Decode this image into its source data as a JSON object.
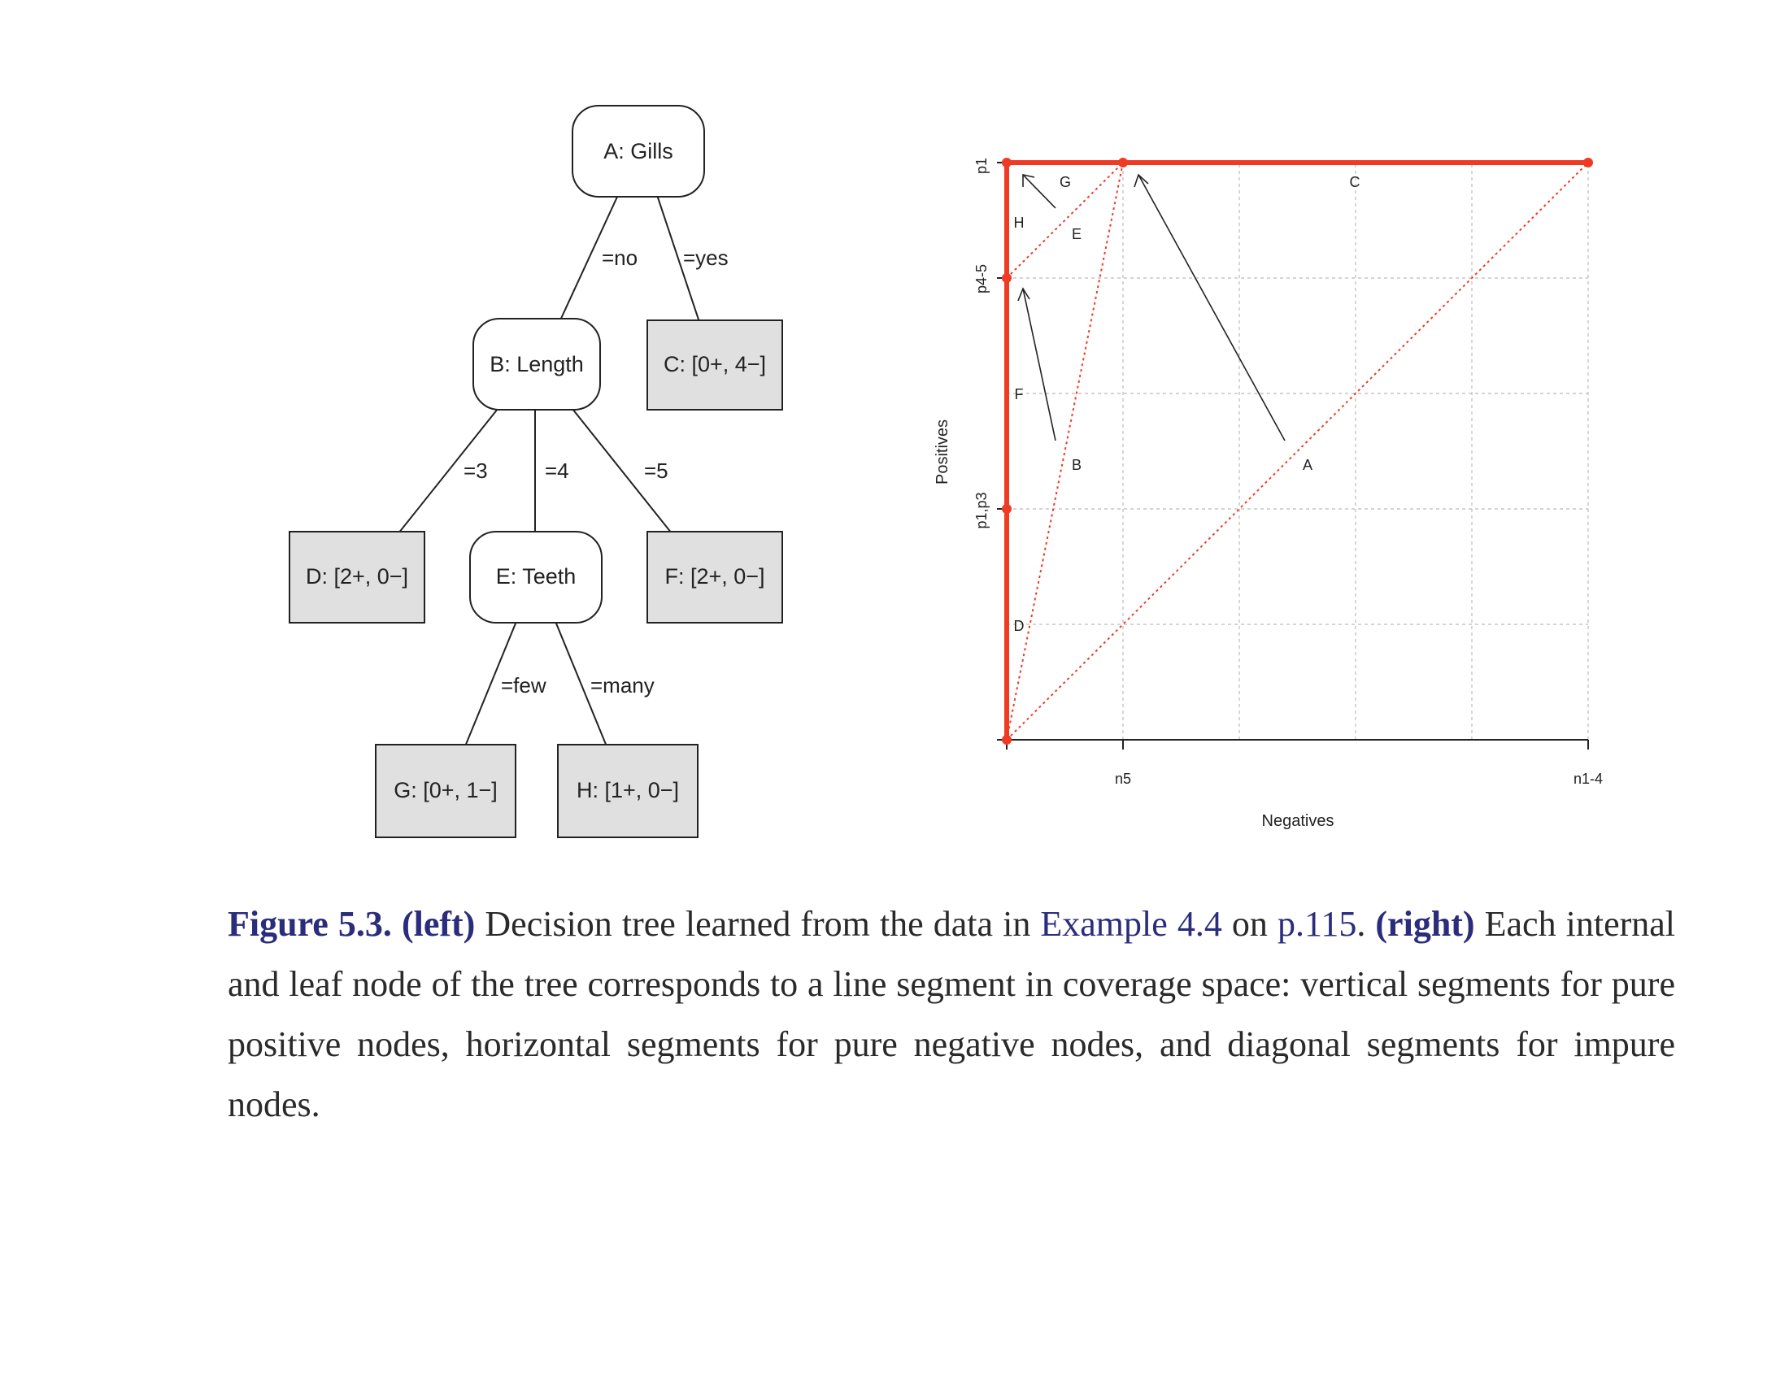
{
  "tree": {
    "nodes": {
      "A": "A: Gills",
      "B": "B: Length",
      "C": "C: [0+, 4−]",
      "D": "D: [2+, 0−]",
      "E": "E: Teeth",
      "F": "F: [2+, 0−]",
      "G": "G: [0+, 1−]",
      "H": "H: [1+, 0−]"
    },
    "edges": {
      "no": "=no",
      "yes": "=yes",
      "l3": "=3",
      "l4": "=4",
      "l5": "=5",
      "few": "=few",
      "many": "=many"
    }
  },
  "chart_data": {
    "type": "line",
    "xlabel": "Negatives",
    "ylabel": "Positives",
    "x_ticks": [
      "n5",
      "n1-4"
    ],
    "y_ticks": [
      "p1,p3",
      "p4-5",
      "p1"
    ],
    "xlim": [
      0,
      5
    ],
    "ylim": [
      0,
      5
    ],
    "grid": true,
    "series": [
      {
        "values_x": [
          0,
          0,
          0,
          0,
          1,
          5
        ],
        "values_y": [
          0,
          2,
          4,
          5,
          5,
          5
        ],
        "style": "solid-thick"
      },
      {
        "values_x": [
          0,
          1
        ],
        "values_y": [
          0,
          5
        ],
        "style": "dotted"
      },
      {
        "values_x": [
          0,
          1
        ],
        "values_y": [
          4,
          5
        ],
        "style": "dotted"
      },
      {
        "values_x": [
          0,
          5
        ],
        "values_y": [
          0,
          5
        ],
        "style": "dotted"
      }
    ],
    "points": [
      {
        "x": 0,
        "y": 0
      },
      {
        "x": 0,
        "y": 2
      },
      {
        "x": 0,
        "y": 4
      },
      {
        "x": 0,
        "y": 5
      },
      {
        "x": 1,
        "y": 5
      },
      {
        "x": 5,
        "y": 5
      }
    ],
    "annotations": [
      "A",
      "B",
      "C",
      "D",
      "E",
      "F",
      "G",
      "H"
    ],
    "colors": {
      "series": "#ef3b24",
      "grid": "#bbbbbb",
      "arrow": "#222222"
    }
  },
  "caption": {
    "label": "Figure 5.3.",
    "left": "(left)",
    "text1": " Decision tree learned from the data in ",
    "ref1": "Example 4.4",
    "text2": " on ",
    "ref2": "p.115",
    "text3": ". ",
    "right": "(right)",
    "text4": " Each internal and leaf node of the tree corresponds to a line segment in coverage space: vertical segments for pure positive nodes, horizontal segments for pure negative nodes, and diagonal segments for impure nodes."
  }
}
